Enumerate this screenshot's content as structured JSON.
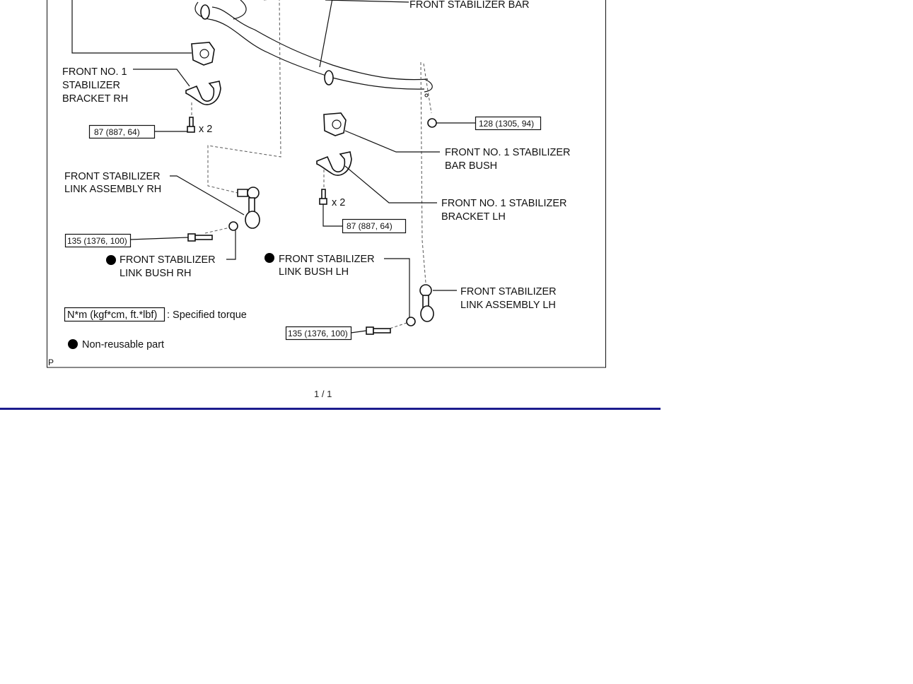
{
  "diagram": {
    "labels": {
      "stabilizer_bar": "FRONT STABILIZER BAR",
      "bracket_rh": [
        "FRONT NO. 1",
        "STABILIZER",
        "BRACKET RH"
      ],
      "bar_bush": [
        "FRONT NO. 1 STABILIZER",
        "BAR BUSH"
      ],
      "bracket_lh": [
        "FRONT NO. 1 STABILIZER",
        "BRACKET LH"
      ],
      "link_assembly_rh": [
        "FRONT STABILIZER",
        "LINK ASSEMBLY RH"
      ],
      "link_bush_rh": [
        "FRONT STABILIZER",
        "LINK BUSH RH"
      ],
      "link_bush_lh": [
        "FRONT STABILIZER",
        "LINK BUSH LH"
      ],
      "link_assembly_lh": [
        "FRONT STABILIZER",
        "LINK ASSEMBLY LH"
      ]
    },
    "torques": {
      "bracket_rh_bolt": "87 (887, 64)",
      "bracket_lh_bolt": "87 (887, 64)",
      "link_nut": "128 (1305, 94)",
      "link_rh_bolt": "135 (1376, 100)",
      "link_lh_bolt": "135 (1376, 100)"
    },
    "quantity_rh": "x 2",
    "quantity_lh": "x 2",
    "legend": {
      "torque_unit": "N*m (kgf*cm, ft.*lbf)",
      "torque_desc": ": Specified torque",
      "nonreusable_desc": "Non-reusable part"
    },
    "corner_mark": "P"
  },
  "footer": {
    "page": "1 / 1"
  },
  "colors": {
    "rule": "#1c1c8e"
  }
}
